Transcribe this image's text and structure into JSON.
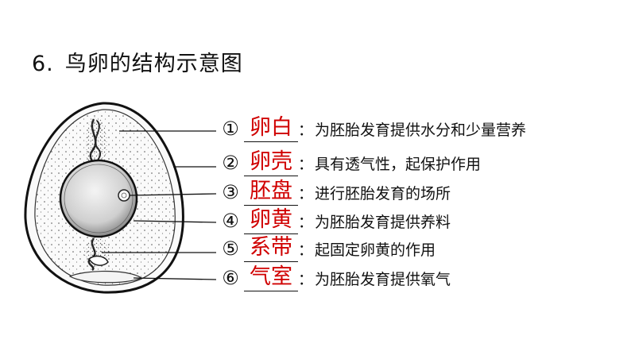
{
  "title": {
    "number": "6.",
    "text": "鸟卵的结构示意图"
  },
  "rows": [
    {
      "marker": "①",
      "answer": "卵白",
      "description": "为胚胎发育提供水分和少量营养"
    },
    {
      "marker": "②",
      "answer": "卵壳",
      "description": "具有透气性，起保护作用"
    },
    {
      "marker": "③",
      "answer": "胚盘",
      "description": "进行胚胎发育的场所"
    },
    {
      "marker": "④",
      "answer": "卵黄",
      "description": "为胚胎发育提供养料"
    },
    {
      "marker": "⑤",
      "answer": "系带",
      "description": "起固定卵黄的作用"
    },
    {
      "marker": "⑥",
      "answer": "气室",
      "description": "为胚胎发育提供氧气"
    }
  ],
  "colors": {
    "answer": "#d00000",
    "text": "#111111"
  }
}
